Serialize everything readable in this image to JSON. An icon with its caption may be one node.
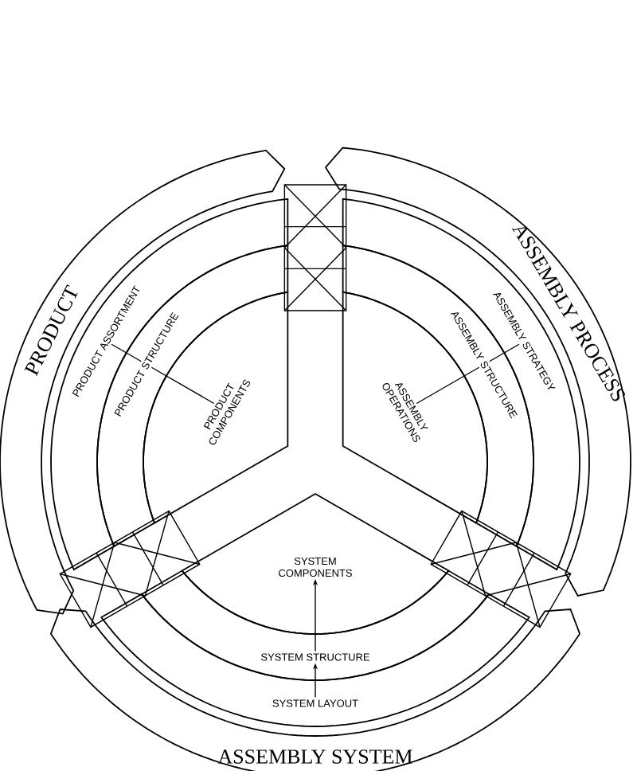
{
  "diagram": {
    "nodes": [
      {
        "text": [
          "PRODUCT"
        ]
      },
      {
        "text": [
          "PRODUCT ASSORTMENT"
        ]
      },
      {
        "text": [
          "PRODUCT STRUCTURE"
        ]
      },
      {
        "text": [
          "PRODUCT COMPONENTS"
        ]
      },
      {
        "text": [
          "ASSEMBLY PROCESS"
        ]
      },
      {
        "text": [
          "ASSEMBLY STRATEGY"
        ]
      },
      {
        "text": [
          "ASSEMBLY STRUCTURE"
        ]
      },
      {
        "text": [
          "ASSEMBLY OPERATIONS"
        ]
      },
      {
        "text": [
          "SYSTEM COMPONENTS"
        ]
      },
      {
        "text": [
          "SYSTEM STRUCTURE"
        ]
      },
      {
        "text": [
          "SYSTEM LAYOUT"
        ]
      },
      {
        "text": [
          "ASSEMBLY SYSTEM"
        ]
      }
    ],
    "edges": [
      {
        "from": 1,
        "to": 2,
        "arrow": "none"
      },
      {
        "from": 2,
        "to": 3,
        "arrow": "none"
      },
      {
        "from": 5,
        "to": 6,
        "arrow": "none"
      },
      {
        "from": 6,
        "to": 7,
        "arrow": "none"
      },
      {
        "from": 10,
        "to": 9,
        "arrow": "to"
      },
      {
        "from": 9,
        "to": 8,
        "arrow": "to"
      }
    ]
  }
}
